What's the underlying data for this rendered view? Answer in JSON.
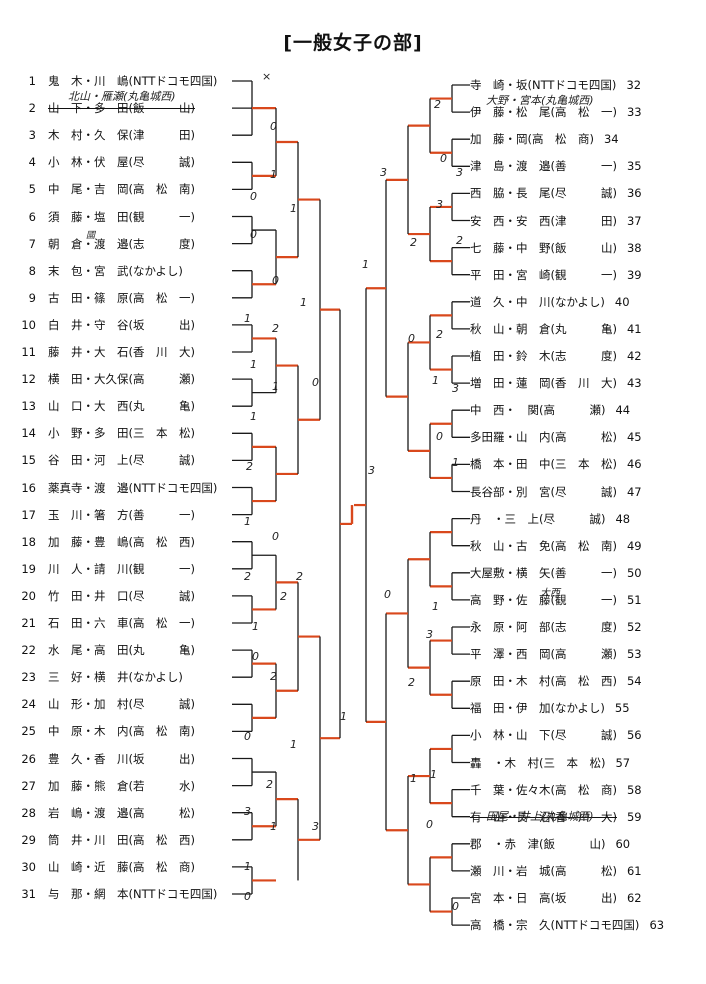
{
  "title": "[一般女子の部]",
  "left": [
    {
      "n": "1",
      "name": "鬼　木・川　嶋",
      "team": "(NTTドコモ四国)"
    },
    {
      "n": "2",
      "name": "山　下・多　田",
      "team": "(飯　　　山)"
    },
    {
      "n": "3",
      "name": "木　村・久　保",
      "team": "(津　　　田)"
    },
    {
      "n": "4",
      "name": "小　林・伏　屋",
      "team": "(尽　　　誠)"
    },
    {
      "n": "5",
      "name": "中　尾・吉　岡",
      "team": "(高　松　南)"
    },
    {
      "n": "6",
      "name": "須　藤・塩　田",
      "team": "(観　　　一)"
    },
    {
      "n": "7",
      "name": "朝　倉・渡　邉",
      "team": "(志　　　度)"
    },
    {
      "n": "8",
      "name": "末　包・宮　武",
      "team": "(なかよし)"
    },
    {
      "n": "9",
      "name": "古　田・篠　原",
      "team": "(高　松　一)"
    },
    {
      "n": "10",
      "name": "白　井・守　谷",
      "team": "(坂　　　出)"
    },
    {
      "n": "11",
      "name": "藤　井・大　石",
      "team": "(香　川　大)"
    },
    {
      "n": "12",
      "name": "横　田・大久保",
      "team": "(高　　　瀬)"
    },
    {
      "n": "13",
      "name": "山　口・大　西",
      "team": "(丸　　　亀)"
    },
    {
      "n": "14",
      "name": "小　野・多　田",
      "team": "(三　本　松)"
    },
    {
      "n": "15",
      "name": "谷　田・河　上",
      "team": "(尽　　　誠)"
    },
    {
      "n": "16",
      "name": "薬真寺・渡　邉",
      "team": "(NTTドコモ四国)"
    },
    {
      "n": "17",
      "name": "玉　川・箸　方",
      "team": "(善　　　一)"
    },
    {
      "n": "18",
      "name": "加　藤・豊　嶋",
      "team": "(高　松　西)"
    },
    {
      "n": "19",
      "name": "川　人・請　川",
      "team": "(観　　　一)"
    },
    {
      "n": "20",
      "name": "竹　田・井　口",
      "team": "(尽　　　誠)"
    },
    {
      "n": "21",
      "name": "石　田・六　車",
      "team": "(高　松　一)"
    },
    {
      "n": "22",
      "name": "水　尾・高　田",
      "team": "(丸　　　亀)"
    },
    {
      "n": "23",
      "name": "三　好・横　井",
      "team": "(なかよし)"
    },
    {
      "n": "24",
      "name": "山　形・加　村",
      "team": "(尽　　　誠)"
    },
    {
      "n": "25",
      "name": "中　原・木　内",
      "team": "(高　松　南)"
    },
    {
      "n": "26",
      "name": "豊　久・香　川",
      "team": "(坂　　　出)"
    },
    {
      "n": "27",
      "name": "加　藤・熊　倉",
      "team": "(若　　　水)"
    },
    {
      "n": "28",
      "name": "岩　嶋・渡　邉",
      "team": "(高　　　松)"
    },
    {
      "n": "29",
      "name": "筒　井・川　田",
      "team": "(高　松　西)"
    },
    {
      "n": "30",
      "name": "山　崎・近　藤",
      "team": "(高　松　商)"
    },
    {
      "n": "31",
      "name": "与　那・網　本",
      "team": "(NTTドコモ四国)"
    }
  ],
  "right": [
    {
      "n": "32",
      "name": "寺　崎・坂",
      "team": "(NTTドコモ四国)"
    },
    {
      "n": "33",
      "name": "伊　藤・松　尾",
      "team": "(高　松　一)"
    },
    {
      "n": "34",
      "name": "加　藤・岡",
      "team": "(高　松　商)"
    },
    {
      "n": "35",
      "name": "津　島・渡　邉",
      "team": "(善　　　一)"
    },
    {
      "n": "36",
      "name": "西　脇・長　尾",
      "team": "(尽　　　誠)"
    },
    {
      "n": "37",
      "name": "安　西・安　西",
      "team": "(津　　　田)"
    },
    {
      "n": "38",
      "name": "七　藤・中　野",
      "team": "(飯　　　山)"
    },
    {
      "n": "39",
      "name": "平　田・宮　崎",
      "team": "(観　　　一)"
    },
    {
      "n": "40",
      "name": "道　久・中　川",
      "team": "(なかよし)"
    },
    {
      "n": "41",
      "name": "秋　山・朝　倉",
      "team": "(丸　　　亀)"
    },
    {
      "n": "42",
      "name": "植　田・鈴　木",
      "team": "(志　　　度)"
    },
    {
      "n": "43",
      "name": "増　田・蓮　岡",
      "team": "(香　川　大)"
    },
    {
      "n": "44",
      "name": "中　西・　関",
      "team": "(高　　　瀬)"
    },
    {
      "n": "45",
      "name": "多田羅・山　内",
      "team": "(高　　　松)"
    },
    {
      "n": "46",
      "name": "橋　本・田　中",
      "team": "(三　本　松)"
    },
    {
      "n": "47",
      "name": "長谷部・別　宮",
      "team": "(尽　　　誠)"
    },
    {
      "n": "48",
      "name": "丹　・三　上",
      "team": "(尽　　　誠)"
    },
    {
      "n": "49",
      "name": "秋　山・古　免",
      "team": "(高　松　南)"
    },
    {
      "n": "50",
      "name": "大屋敷・横　矢",
      "team": "(善　　　一)"
    },
    {
      "n": "51",
      "name": "高　野・佐　藤",
      "team": "(観　　　一)"
    },
    {
      "n": "52",
      "name": "永　原・阿　部",
      "team": "(志　　　度)"
    },
    {
      "n": "53",
      "name": "平　澤・西　岡",
      "team": "(高　　　瀬)"
    },
    {
      "n": "54",
      "name": "原　田・木　村",
      "team": "(高　松　西)"
    },
    {
      "n": "55",
      "name": "福　田・伊　加",
      "team": "(なかよし)"
    },
    {
      "n": "56",
      "name": "小　林・山　下",
      "team": "(尽　　　誠)"
    },
    {
      "n": "57",
      "name": "轟　・木　村",
      "team": "(三　本　松)"
    },
    {
      "n": "58",
      "name": "千　葉・佐々木",
      "team": "(高　松　商)"
    },
    {
      "n": "59",
      "name": "有　山・長　沼",
      "team": "(香　川　大)"
    },
    {
      "n": "60",
      "name": "郡　・赤　津",
      "team": "(飯　　　山)"
    },
    {
      "n": "61",
      "name": "瀬　川・岩　城",
      "team": "(高　　　松)"
    },
    {
      "n": "62",
      "name": "宮　本・日　高",
      "team": "(坂　　　出)"
    },
    {
      "n": "63",
      "name": "高　橋・宗　久",
      "team": "(NTTドコモ四国)"
    }
  ],
  "handwritten": {
    "sub_2": "北山・雁瀬(丸亀城西)",
    "sub_7": "國",
    "sub_33": "大野・宮本(丸亀城西)",
    "sub_51": "大西",
    "sub_59": "田尾・井上(丸亀城西)"
  },
  "colors": {
    "line": "#1a1a1a",
    "winner": "#d9481c"
  }
}
